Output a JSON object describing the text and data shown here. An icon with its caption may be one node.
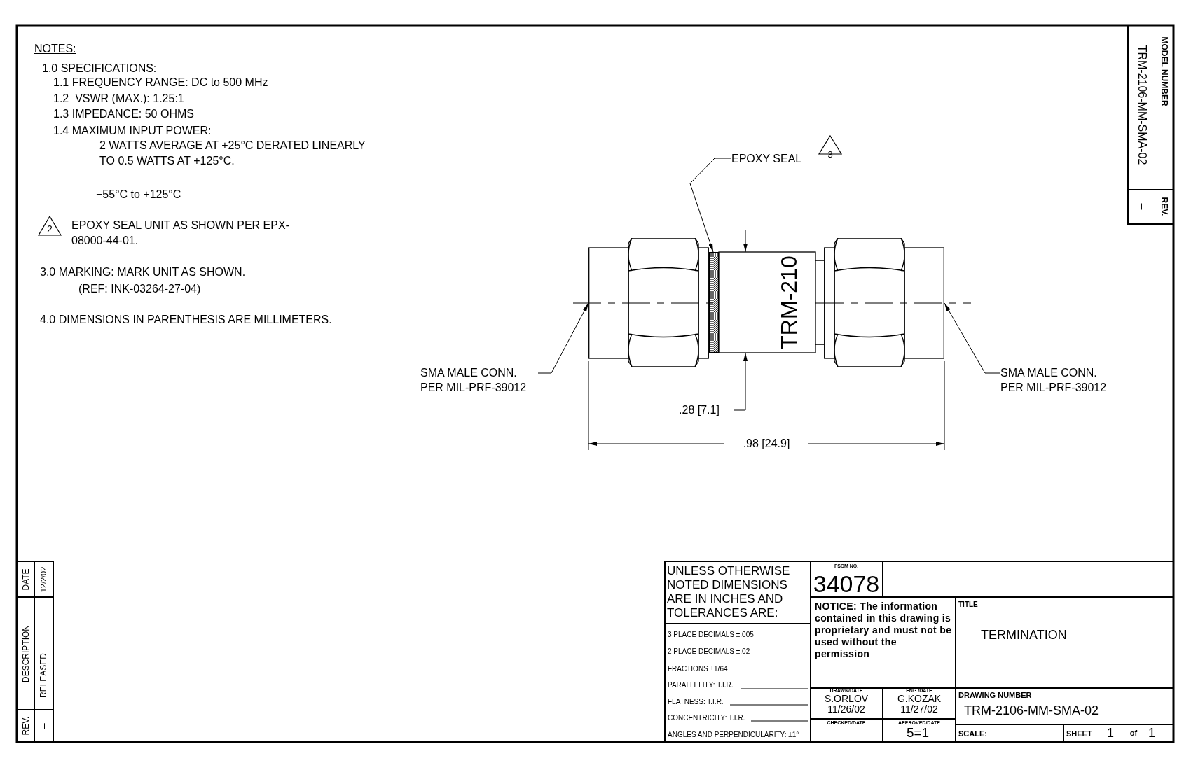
{
  "diagram": {
    "nodes": [
      {
        "text": [
          "EPOXY SEAL"
        ],
        "beside": [
          "3"
        ]
      },
      {
        "text": [],
        "shape": "bar"
      },
      {
        "text": [
          "SMA MALE CONN. PER MIL-PRF-39012"
        ]
      },
      {
        "text": [],
        "shape": "picture"
      },
      {
        "text": [
          "SMA MALE CONN. PER MIL-PRF-39012"
        ]
      },
      {
        "text": [],
        "shape": "picture"
      }
    ],
    "edges": [
      {
        "from": 0,
        "to": 1,
        "arrow": "to"
      },
      {
        "from": 2,
        "to": 3,
        "arrow": "to"
      },
      {
        "from": 4,
        "to": 5,
        "arrow": "to"
      }
    ],
    "labels": [
      "NOTES:",
      "1.0 SPECIFICATIONS:",
      "1.1 FREQUENCY RANGE: DC to 500 MHz",
      "1.2  VSWR (MAX.): 1.25:1",
      "1.3 IMPEDANCE: 50 OHMS",
      "1.4 MAXIMUM INPUT POWER:",
      "2 WATTS AVERAGE AT +25°C DERATED LINEARLY TO 0.5 WATTS AT +125°C.",
      "−55°C to +125°C",
      "2",
      "EPOXY SEAL UNIT AS SHOWN PER EPX-08000-44-01.",
      "3.0 MARKING: MARK UNIT AS SHOWN.",
      "(REF: INK-03264-27-04)",
      "4.0 DIMENSIONS IN PARENTHESIS ARE MILLIMETERS.",
      "TRM-210",
      ".28 [7.1]",
      ".98 [24.9]",
      "MODEL NUMBER",
      "TRM-2106-MM-SMA-02",
      "REV.",
      "–",
      "DATE",
      "12/2/02",
      "DESCRIPTION",
      "RELEASED",
      "REV.",
      "–",
      "UNLESS OTHERWISE NOTED DIMENSIONS ARE IN INCHES AND TOLERANCES ARE:",
      "3 PLACE DECIMALS ±.005",
      "2 PLACE DECIMALS ±.02",
      "FRACTIONS ±1/64",
      "PARALLELITY: T.I.R.",
      "FLATNESS: T.I.R.",
      "CONCENTRICITY: T.I.R.",
      "ANGLES AND PERPENDICULARITY: ±1°",
      "FSCM NO.",
      "34078",
      "NOTICE: The information contained in this drawing is proprietary and must not be used without the permission",
      "DRAWN/DATE",
      "S.ORLOV",
      "11/26/02",
      "ENG./DATE",
      "G.KOZAK",
      "11/27/02",
      "CHECKED/DATE",
      "APPROVED/DATE",
      "TITLE",
      "TERMINATION",
      "DRAWING NUMBER",
      "TRM-2106-MM-SMA-02",
      "SCALE:",
      "5=1",
      "SHEET",
      "1",
      "of",
      "1"
    ]
  }
}
